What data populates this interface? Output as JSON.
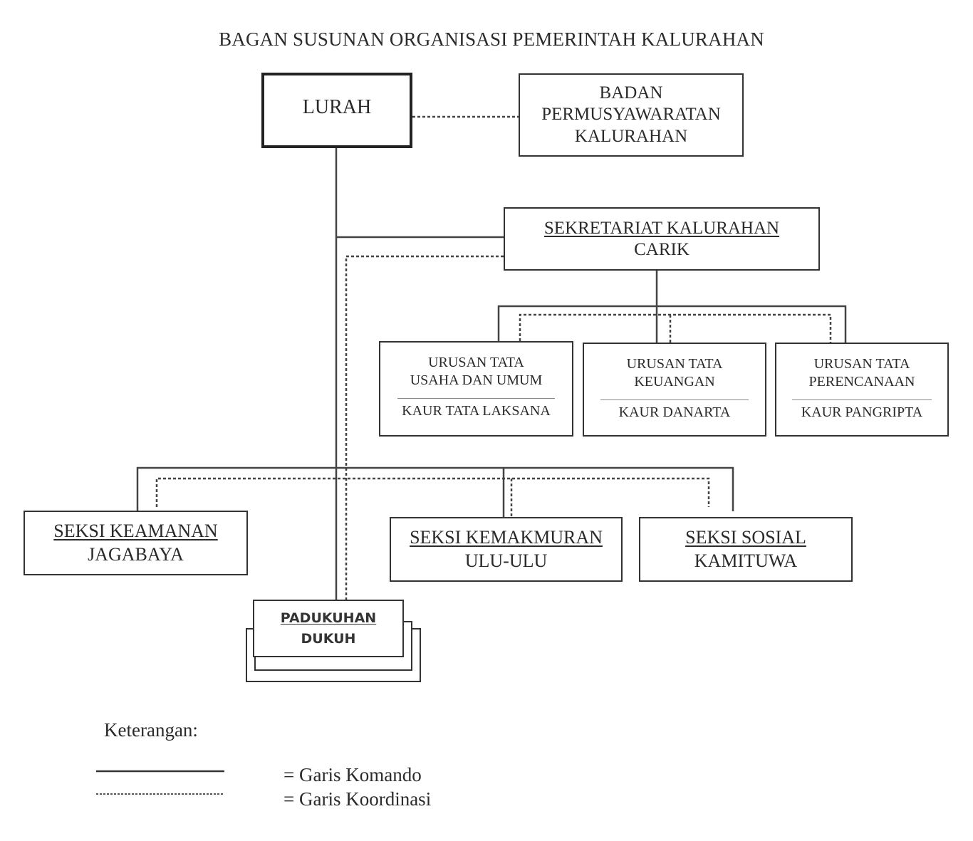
{
  "title": "BAGAN SUSUNAN ORGANISASI PEMERINTAH KALURAHAN",
  "nodes": {
    "lurah": {
      "label": "LURAH"
    },
    "bpk": {
      "lines": [
        "BADAN",
        "PERMUSYAWARATAN",
        "KALURAHAN"
      ]
    },
    "sekretariat": {
      "unit": "SEKRETARIAT KALURAHAN",
      "title": "CARIK"
    },
    "urusan": [
      {
        "unit_line1": "URUSAN TATA",
        "unit_line2": "USAHA DAN UMUM",
        "title": "KAUR TATA LAKSANA"
      },
      {
        "unit_line1": "URUSAN TATA",
        "unit_line2": "KEUANGAN",
        "title": "KAUR DANARTA"
      },
      {
        "unit_line1": "URUSAN TATA",
        "unit_line2": "PERENCANAAN",
        "title": "KAUR PANGRIPTA"
      }
    ],
    "seksi": [
      {
        "unit": "SEKSI KEAMANAN",
        "title": "JAGABAYA"
      },
      {
        "unit": "SEKSI KEMAKMURAN",
        "title": "ULU-ULU"
      },
      {
        "unit": "SEKSI SOSIAL",
        "title": "KAMITUWA"
      }
    ],
    "padukuhan": {
      "unit": "PADUKUHAN",
      "title": "DUKUH"
    }
  },
  "legend": {
    "heading": "Keterangan:",
    "items": [
      {
        "style": "solid",
        "label": "= Garis Komando"
      },
      {
        "style": "dotted",
        "label": "= Garis Koordinasi"
      }
    ]
  },
  "colors": {
    "line": "#333333",
    "text": "#2a2a2a",
    "background": "#ffffff"
  }
}
